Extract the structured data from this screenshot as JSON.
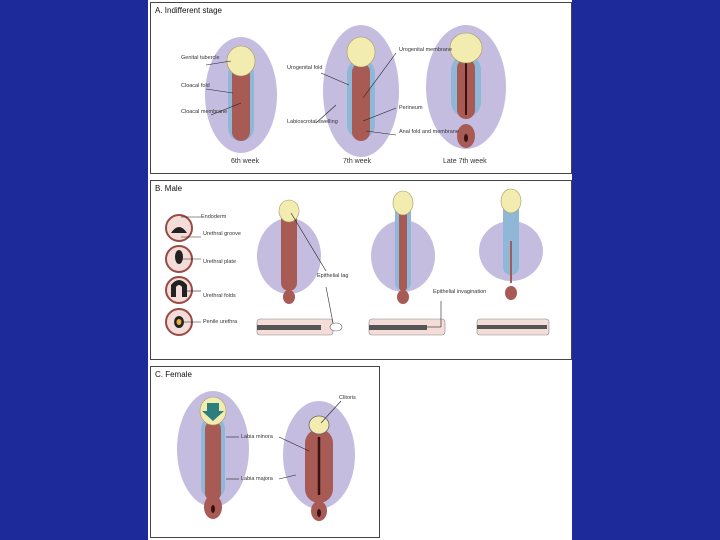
{
  "panel_a": {
    "title": "A. Indifferent stage",
    "labels": {
      "genital_tubercle": "Genital tubercle",
      "cloacal_fold": "Cloacal fold",
      "cloacal_membrane": "Cloacal membrane",
      "urogenital_fold": "Urogenital fold",
      "labioscrotal_swelling": "Labioscrotal swelling",
      "urogenital_membrane": "Urogenital membrane",
      "perineum": "Perineum",
      "anal_fold_membrane": "Anal fold and membrane"
    },
    "captions": [
      "6th week",
      "7th week",
      "Late 7th week"
    ]
  },
  "panel_b": {
    "title": "B. Male",
    "labels": {
      "endoderm": "Endoderm",
      "urethral_groove": "Urethral groove",
      "urethral_plate": "Urethral plate",
      "urethral_folds": "Urethral folds",
      "penile_urethra": "Penile urethra",
      "epithelial_tag": "Epithelial tag",
      "epithelial_invagination": "Epithelial invagination"
    }
  },
  "panel_c": {
    "title": "C. Female",
    "labels": {
      "clitoris": "Clitoris",
      "labia_minora": "Labia minora",
      "labia_majora": "Labia majora"
    }
  },
  "colors": {
    "background": "#1d2a9a",
    "swelling": "#c4bde0",
    "tissue": "#a85a55",
    "tubercle": "#f3ecb0",
    "blue_fold": "#8fb7d8"
  }
}
